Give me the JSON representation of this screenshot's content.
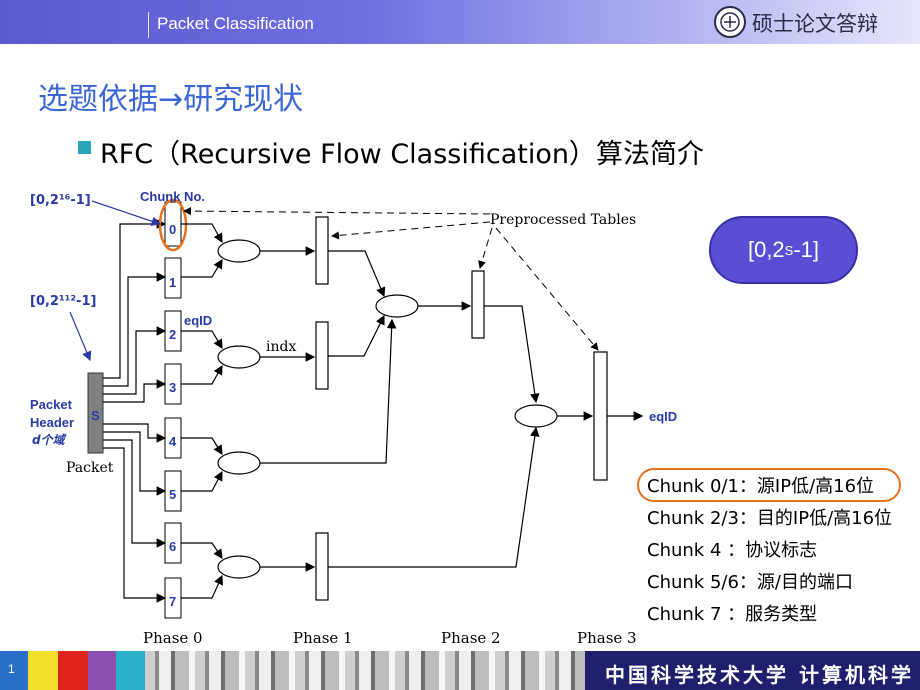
{
  "header": {
    "course": "Packet Classification",
    "defense": "硕士论文答辩"
  },
  "slide": {
    "title": "选题依据→研究现状",
    "subtitle": "RFC（Recursive Flow Classification）算法简介"
  },
  "diagram": {
    "chunk_no_label": "Chunk No.",
    "range16": "[0,2¹⁶-1]",
    "range112": "[0,2¹¹²-1]",
    "preprocessed_label": "Preprocessed Tables",
    "packet_header": "Packet",
    "packet_header2": "Header",
    "d_label": "d个域",
    "s_label": "S",
    "packet_label": "Packet",
    "eqid_label1": "eqID",
    "indx_label": "indx",
    "eqid_label2": "eqID",
    "chunks": [
      "0",
      "1",
      "2",
      "3",
      "4",
      "5",
      "6",
      "7"
    ],
    "phases": [
      "Phase 0",
      "Phase 1",
      "Phase 2",
      "Phase 3"
    ]
  },
  "range_pill": {
    "base": "[0,2",
    "sup": "S",
    "tail": "-1]"
  },
  "legend": [
    {
      "chunk": "Chunk 0/1：",
      "desc": "源IP低/高16位"
    },
    {
      "chunk": "Chunk 2/3：",
      "desc": "目的IP低/高16位"
    },
    {
      "chunk": "Chunk 4  ：",
      "desc": "协议标志"
    },
    {
      "chunk": "Chunk 5/6：",
      "desc": "源/目的端口"
    },
    {
      "chunk": "Chunk 7  ：",
      "desc": "服务类型"
    }
  ],
  "footer": {
    "page": "1",
    "university": "中国科学技术大学 计算机科学技术系"
  },
  "colors": {
    "title_blue": "#3a66d6",
    "label_blue": "#2a3aa6",
    "highlight_orange": "#e8701e",
    "pill_purple": "#5a4fd4"
  }
}
